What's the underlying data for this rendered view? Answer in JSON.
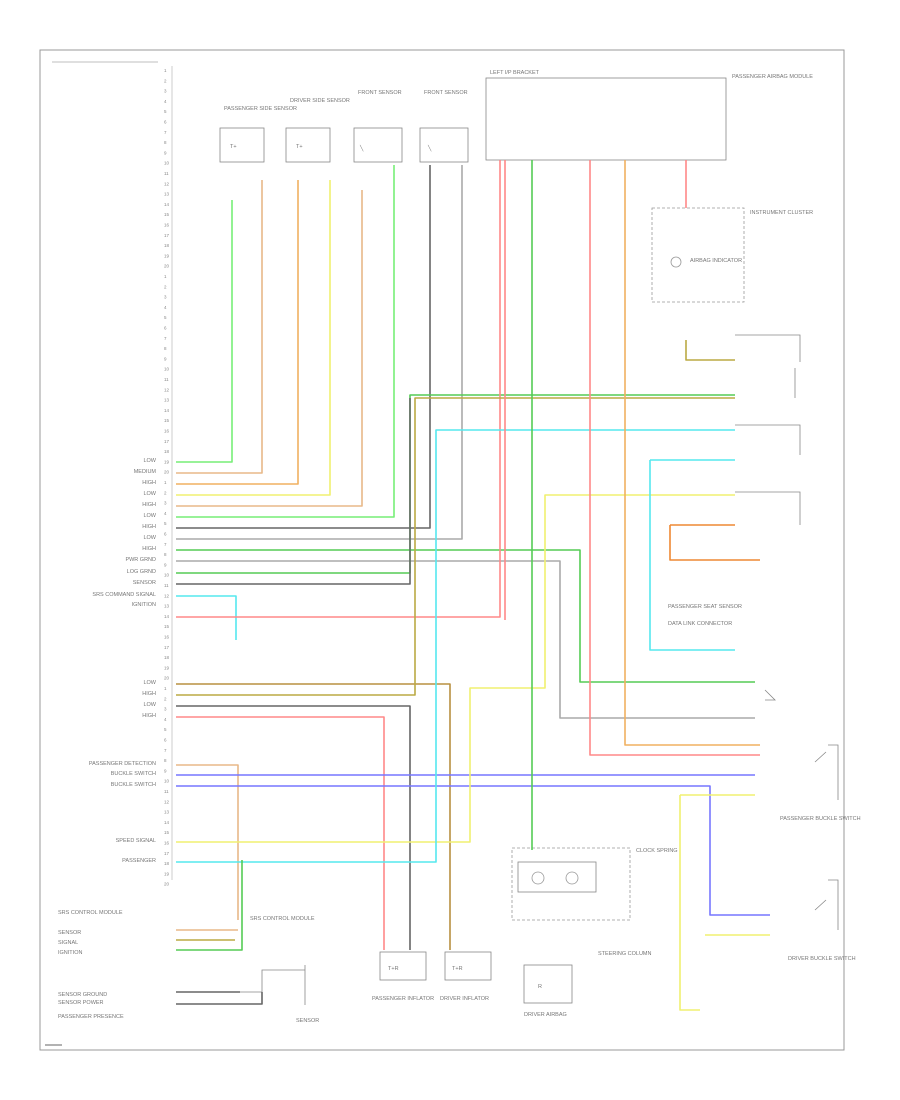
{
  "diagram": {
    "left_labels": [
      "LOW",
      "MEDIUM",
      "HIGH",
      "LOW",
      "HIGH",
      "LOW",
      "HIGH",
      "LOW",
      "HIGH",
      "PWR GRND",
      "LOG GRND",
      "SENSOR",
      "SRS COMMAND SIGNAL",
      "IGNITION",
      "LOW",
      "HIGH",
      "LOW",
      "HIGH",
      "PASSENGER DETECTION",
      "BUCKLE SWITCH",
      "BUCKLE SWITCH",
      "SPEED SIGNAL",
      "PASSENGER"
    ],
    "bottom_left_labels": [
      "SRS CONTROL MODULE",
      "SENSOR",
      "SIGNAL",
      "IGNITION",
      "SENSOR GROUND",
      "SENSOR POWER",
      "PASSENGER PRESENCE"
    ],
    "component_labels": {
      "passenger_side_sensor": "PASSENGER SIDE SENSOR",
      "driver_side_sensor": "DRIVER SIDE SENSOR",
      "front_sensor_1": "FRONT SENSOR",
      "front_sensor_2": "FRONT SENSOR",
      "top_connector": "LEFT I/P BRACKET",
      "passenger_module": "PASSENGER AIRBAG MODULE",
      "instrument_cluster": "INSTRUMENT CLUSTER",
      "airbag_lamp": "AIRBAG INDICATOR",
      "dlc": "DATA LINK CONNECTOR",
      "passenger_seat_sensor": "PASSENGER SEAT SENSOR",
      "passenger_buckle": "PASSENGER BUCKLE SWITCH",
      "driver_buckle": "DRIVER BUCKLE SWITCH",
      "clock_spring": "CLOCK SPRING",
      "steering_column": "STEERING COLUMN",
      "driver_airbag": "DRIVER AIRBAG",
      "passenger_inflator": "PASSENGER INFLATOR",
      "driver_inflator": "DRIVER INFLATOR",
      "sensor_bottom": "SENSOR",
      "center_module": "SRS CONTROL MODULE"
    },
    "wire_colors": {
      "lt_green": "#77ee77",
      "tan": "#e8b888",
      "orange": "#f0b060",
      "yellow": "#f0f070",
      "gray": "#aaaaaa",
      "dk_gray": "#666666",
      "green": "#55cc55",
      "pink": "#ff8888",
      "blue": "#7777ff",
      "cyan": "#55e8ee",
      "brown": "#b89040",
      "lt_blue": "#99ccff",
      "olive": "#bbaa44",
      "dk_orange": "#ee8833",
      "purple": "#9966cc"
    }
  }
}
